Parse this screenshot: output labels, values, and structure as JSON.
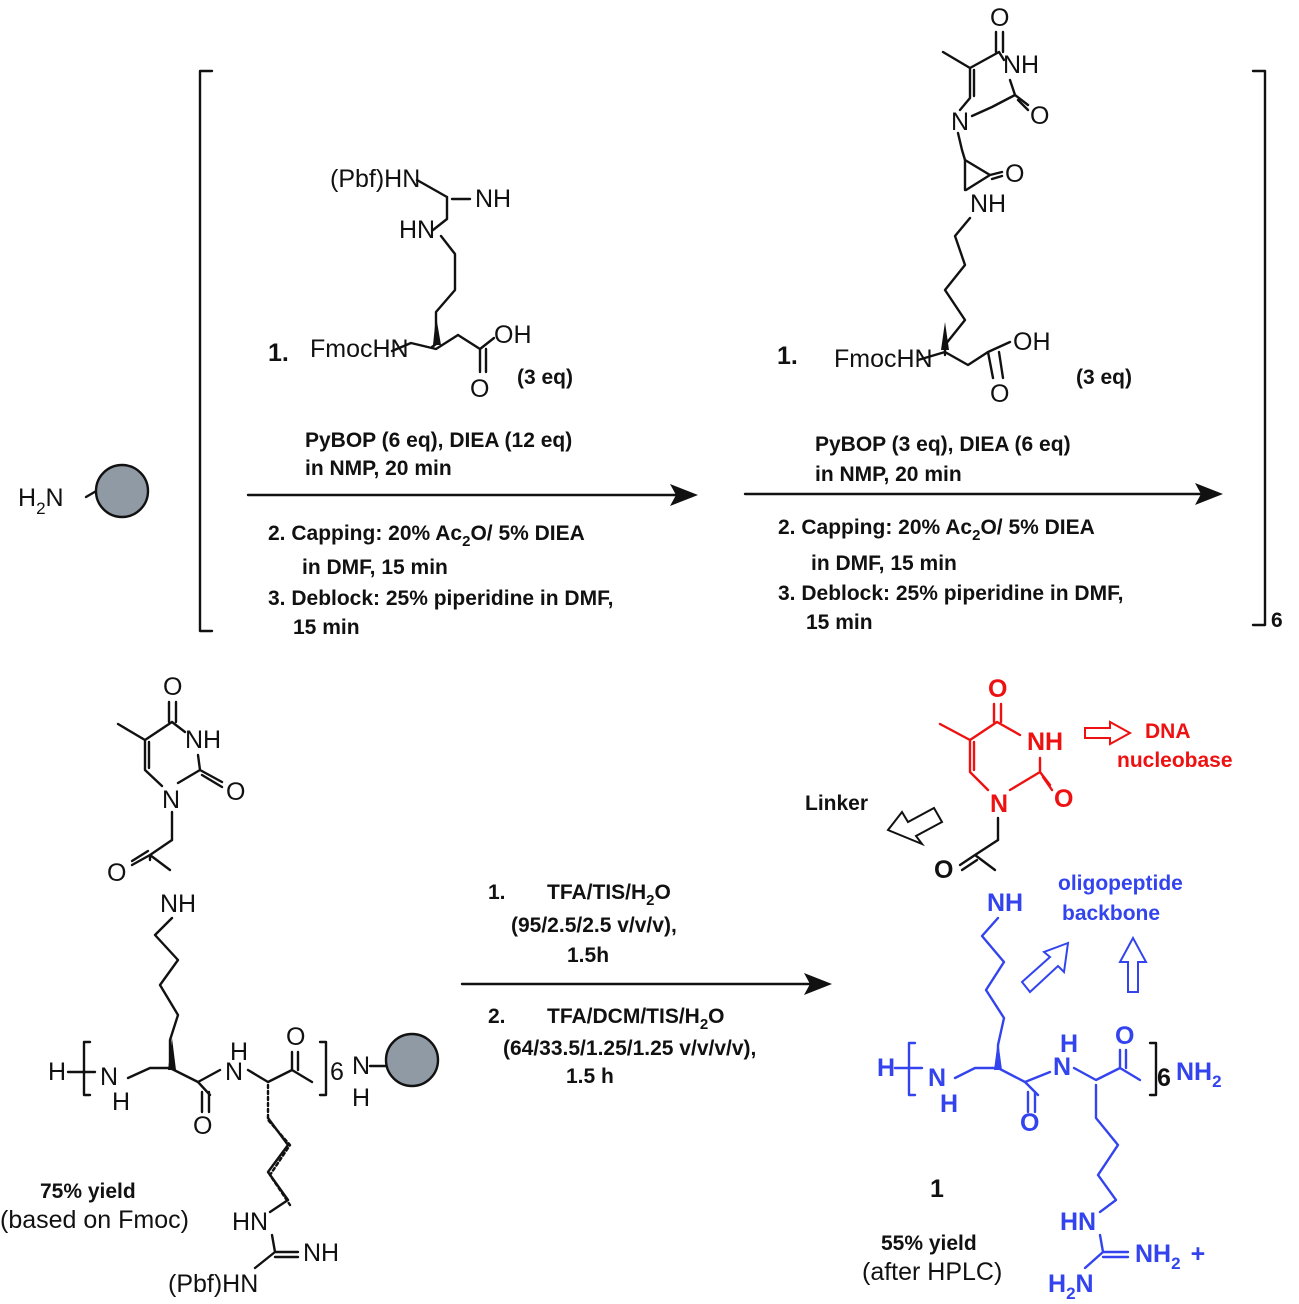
{
  "resin": {
    "amine": "H",
    "sub": "2",
    "n": "N"
  },
  "step1": {
    "reagent_protect": "(Pbf)HN",
    "nh_imine": "NH",
    "hn": "HN",
    "fmoc": "FmocHN",
    "oh": "OH",
    "o": "O",
    "num": "1.",
    "eq": "(3 eq)",
    "line1": "PyBOP (6 eq), DIEA (12 eq)",
    "line2": "in NMP, 20 min",
    "capping_a": "2. Capping: 20% Ac",
    "capping_sub": "2",
    "capping_b": "O/ 5% DIEA",
    "capping_c": "in DMF, 15 min",
    "deblock_a": "3. Deblock: 25% piperidine in DMF,",
    "deblock_b": "15 min"
  },
  "step2": {
    "o_top": "O",
    "nh_ring": "NH",
    "o_ring": "O",
    "n_ring": "N",
    "o_amide": "O",
    "nh_amide": "NH",
    "fmoc": "FmocHN",
    "oh": "OH",
    "o": "O",
    "num": "1.",
    "eq": "(3 eq)",
    "line1": "PyBOP (3 eq), DIEA (6 eq)",
    "line2": "in NMP, 20 min",
    "capping_a": "2. Capping: 20% Ac",
    "capping_sub": "2",
    "capping_b": "O/ 5% DIEA",
    "capping_c": "in DMF, 15 min",
    "deblock_a": "3. Deblock: 25% piperidine in DMF,",
    "deblock_b": "15 min"
  },
  "repeat": "6",
  "intermediate": {
    "o_top": "O",
    "nh_ring": "NH",
    "o_ring": "O",
    "n_ring": "N",
    "o_amide": "O",
    "nh_amide": "NH",
    "h_end": "H",
    "nh_bk": "N",
    "h_bk": "H",
    "n2": "N",
    "h_n2": "H",
    "o_bk1": "O",
    "o_bk2": "O",
    "sub6": "6",
    "n_resin": "N",
    "h_resin": "H",
    "hn_g": "HN",
    "nh_g": "NH",
    "pbf_g": "(Pbf)HN",
    "yield": "75% yield",
    "yield_note": "(based on Fmoc)"
  },
  "cleavage": {
    "n1": "1.",
    "r1": "TFA/TIS/H",
    "r1_sub": "2",
    "r1_end": "O",
    "r1_ratio": "(95/2.5/2.5 v/v/v),",
    "r1_time": "1.5h",
    "n2": "2.",
    "r2": "TFA/DCM/TIS/H",
    "r2_sub": "2",
    "r2_end": "O",
    "r2_ratio": "(64/33.5/1.25/1.25 v/v/v/v),",
    "r2_time": "1.5 h"
  },
  "product": {
    "o_top": "O",
    "nh_ring": "NH",
    "o_ring": "O",
    "n_ring": "N",
    "o_amide": "O",
    "nh_amide": "NH",
    "h_end": "H",
    "nh_bk": "N",
    "h_bk": "H",
    "n2": "N",
    "h_n2": "H",
    "o_bk1": "O",
    "o_bk2": "O",
    "sub6": "6",
    "nh2": "NH",
    "nh2_sub": "2",
    "hn_g": "HN",
    "nh2_g": "NH",
    "nh2_g_sub": "2",
    "plus": "+",
    "h2n_a": "H",
    "h2n_sub": "2",
    "h2n_b": "N",
    "compound": "1",
    "yield": "55% yield",
    "yield_note": "(after HPLC)",
    "label_linker": "Linker",
    "label_dna_1": "DNA",
    "label_dna_2": "nucleobase",
    "label_backbone_1": "oligopeptide",
    "label_backbone_2": "backbone"
  },
  "colors": {
    "black": "#111111",
    "blue": "#3344ee",
    "red": "#ee1111",
    "resin": "#8f9aa4"
  }
}
